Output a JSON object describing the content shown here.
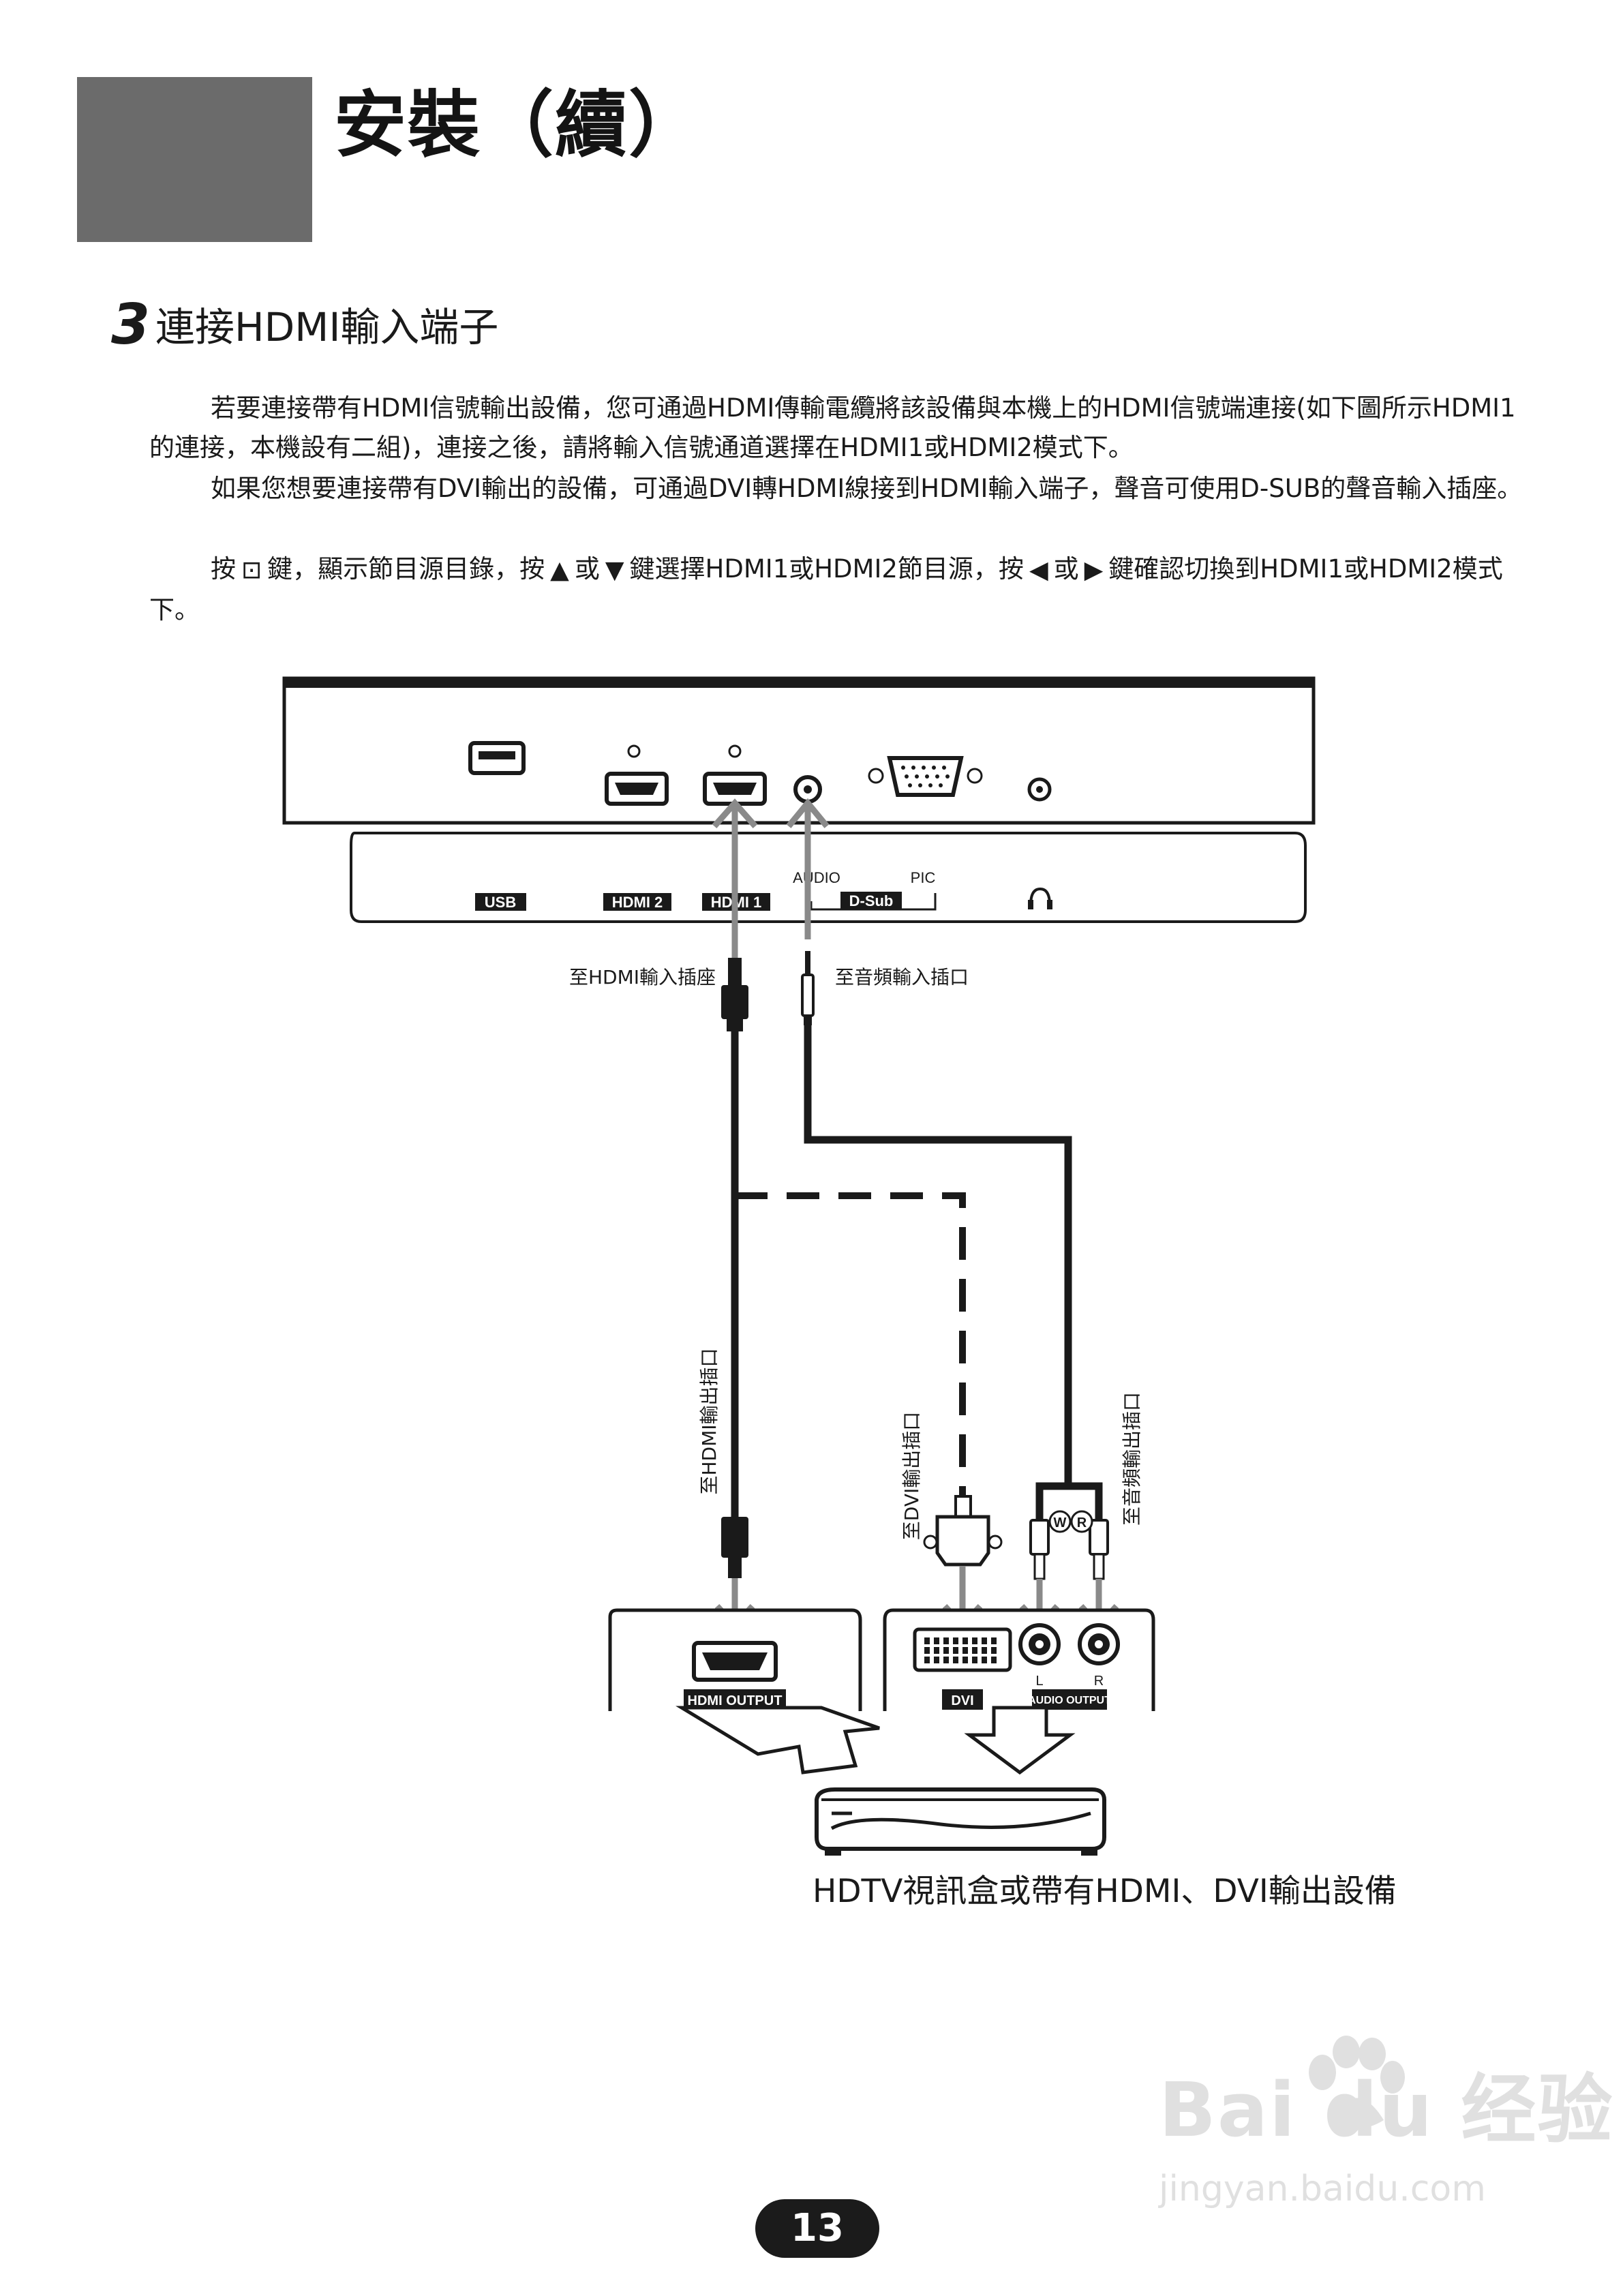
{
  "header": {
    "title": "安裝（續）"
  },
  "section": {
    "number": "3",
    "title": "連接HDMI輸入端子",
    "paragraphs": [
      "若要連接帶有HDMI信號輸出設備，您可通過HDMI傳輸電纜將該設備與本機上的HDMI信號端連接(如下圖所示HDMI1的連接，本機設有二組)，連接之後，請將輸入信號通道選擇在HDMI1或HDMI2模式下。",
      "如果您想要連接帶有DVI輸出的設備，可通過DVI轉HDMI線接到HDMI輸入端子，聲音可使用D-SUB的聲音輸入插座。"
    ],
    "para3": {
      "p1": "按",
      "p2": "鍵，顯示節目源目錄，按",
      "p3": "或",
      "p4": "鍵選擇HDMI1或HDMI2節目源，按",
      "p5": "或",
      "p6": "鍵確認切換到HDMI1或HDMI2模式下。",
      "source_key": "⊡",
      "up_key": "▲",
      "down_key": "▼",
      "left_key": "◀",
      "right_key": "▶"
    }
  },
  "panel": {
    "usb": "USB",
    "hdmi2": "HDMI 2",
    "hdmi1": "HDMI 1",
    "audio": "AUDIO",
    "pic": "PIC",
    "dsub": "D-Sub"
  },
  "labels": {
    "to_hdmi_in": "至HDMI輸入插座",
    "to_audio_in": "至音頻輸入插口",
    "to_hdmi_out": "至HDMI輸出插口",
    "to_dvi_out": "至DVI輸出插口",
    "to_audio_out": "至音頻輸出插口",
    "w": "W",
    "r": "R",
    "l": "L",
    "r2": "R"
  },
  "device": {
    "hdmi_output": "HDMI OUTPUT",
    "dvi": "DVI",
    "audio_output": "AUDIO OUTPUT",
    "caption": "HDTV視訊盒或帶有HDMI、DVI輸出設備"
  },
  "page_number": "13",
  "watermark": {
    "logo": "Bai du 经验",
    "url": "jingyan.baidu.com"
  }
}
